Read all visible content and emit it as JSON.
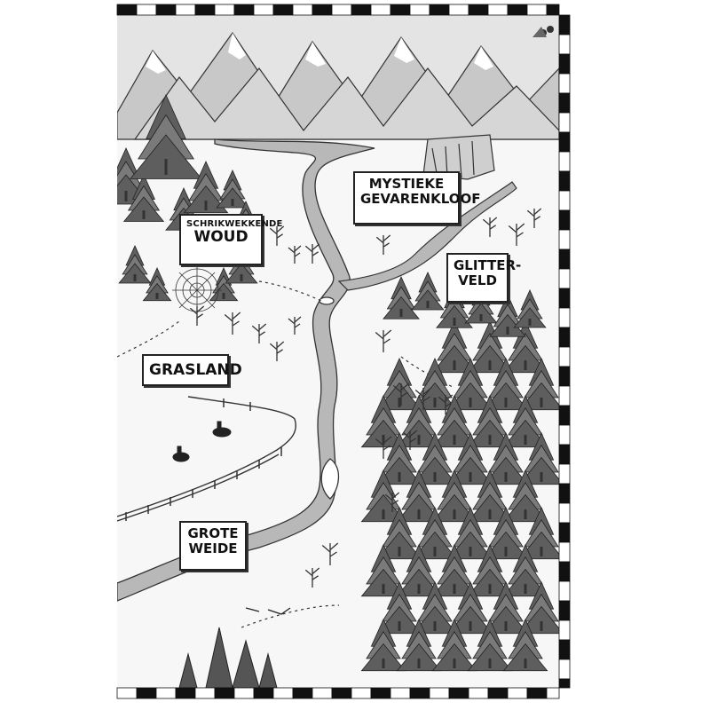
{
  "labels": {
    "schrikwekkende": "SCHRIKWEKKENDE",
    "woud": "WOUD",
    "mystieke": "MYSTIEKE",
    "gevarenkloof": "GEVARENKLOOF",
    "glitter": "GLITTER-",
    "veld": "VELD",
    "grasland": "GRASLAND",
    "grote": "GROTE",
    "weide": "WEIDE"
  },
  "colors": {
    "river": "#b8b8b8",
    "mountain": "#c8c8c8",
    "snow": "#ffffff",
    "tree": "#6a6a6a",
    "ink": "#222222"
  }
}
